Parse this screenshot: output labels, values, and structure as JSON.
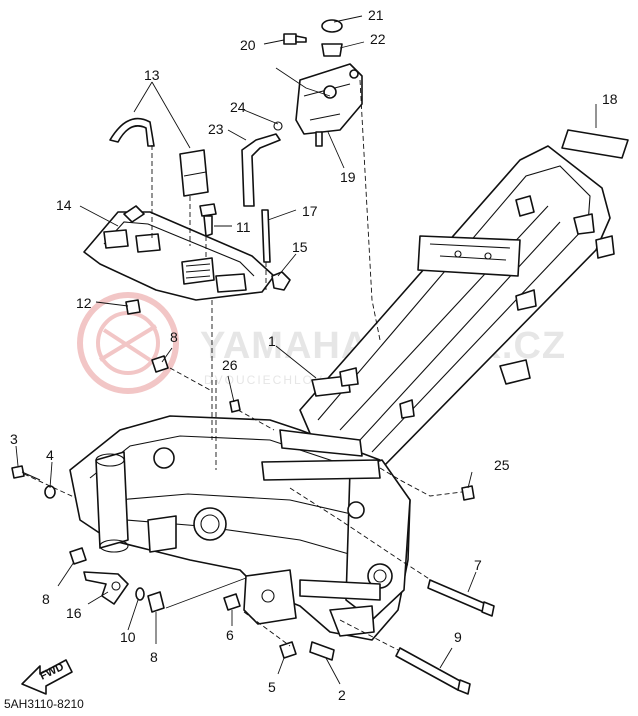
{
  "diagram_code": "5AH3110-8210",
  "watermark": {
    "title": "YAMAHA-BILEK.CZ",
    "subtitle": "DVOUCIECHLOV | DEALER YAMAHA"
  },
  "fwd_label": "FWD",
  "callouts": {
    "c1": "1",
    "c2": "2",
    "c3": "3",
    "c4": "4",
    "c5": "5",
    "c6": "6",
    "c7": "7",
    "c8a": "8",
    "c8b": "8",
    "c8c": "8",
    "c9": "9",
    "c10": "10",
    "c11": "11",
    "c12": "12",
    "c13": "13",
    "c14": "14",
    "c15": "15",
    "c16": "16",
    "c17": "17",
    "c18": "18",
    "c19": "19",
    "c20": "20",
    "c21": "21",
    "c22": "22",
    "c23": "23",
    "c24": "24",
    "c25": "25",
    "c26": "26"
  },
  "colors": {
    "line": "#111111",
    "watermark": "#e6e6e6",
    "watermark_logo": "#f2c6c6"
  }
}
